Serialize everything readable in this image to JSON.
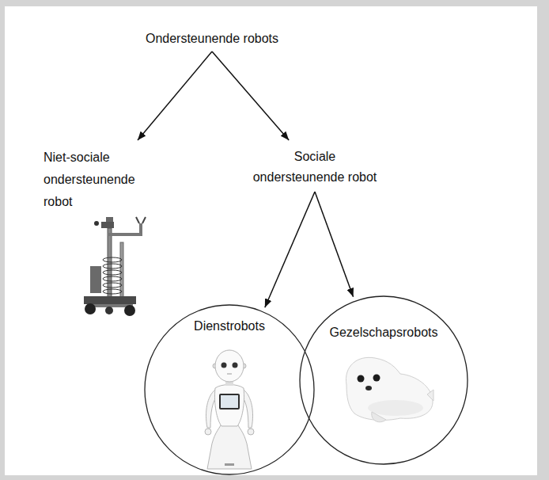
{
  "diagram": {
    "nodes": [
      {
        "text": [
          "Ondersteunende robots"
        ]
      },
      {
        "text": [
          "Niet-sociale ondersteunende robot"
        ]
      },
      {
        "text": [
          "Sociale ondersteunende robot"
        ]
      },
      {
        "text": [
          "Dienstrobots"
        ]
      },
      {
        "text": [
          "Gezelschapsrobots"
        ]
      }
    ],
    "edges": [
      {
        "from": 0,
        "to": 1,
        "arrow": "to"
      },
      {
        "from": 0,
        "to": 2,
        "arrow": "to"
      },
      {
        "from": 2,
        "to": 3,
        "arrow": "to"
      },
      {
        "from": 2,
        "to": 4,
        "arrow": "to"
      }
    ]
  }
}
